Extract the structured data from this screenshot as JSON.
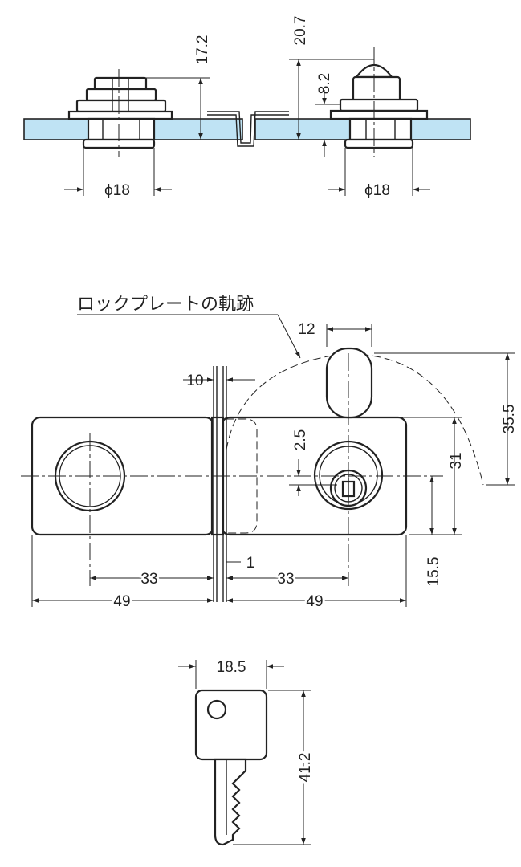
{
  "trajectory_label": "ロックプレートの軌跡",
  "side_view": {
    "left_height": "17.2",
    "right_height": "20.7",
    "right_inner_height": "8.2",
    "left_diameter": "ϕ18",
    "right_diameter": "ϕ18"
  },
  "front_view": {
    "plate_width": "12",
    "gap_width": "10",
    "offset_vertical": "2.5",
    "body_height": "31",
    "swing_radius": "35.5",
    "bottom_height": "15.5",
    "gap_small": "1",
    "left_center": "33",
    "right_center": "33",
    "left_total": "49",
    "right_total": "49"
  },
  "key_view": {
    "width": "18.5",
    "length": "41.2"
  }
}
